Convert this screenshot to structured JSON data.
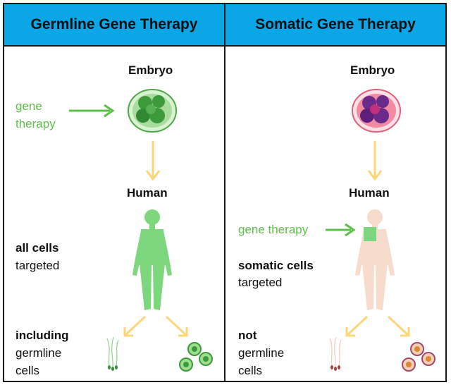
{
  "headers": {
    "germline": "Germline Gene Therapy",
    "somatic": "Somatic Gene Therapy"
  },
  "germline": {
    "embryo_label": "Embryo",
    "therapy_line1": "gene",
    "therapy_line2": "therapy",
    "human_label": "Human",
    "targets_line1": "all cells",
    "targets_line2": "targeted",
    "including_line1": "including",
    "including_line2": "germline",
    "including_line3": "cells"
  },
  "somatic": {
    "embryo_label": "Embryo",
    "therapy_label": "gene therapy",
    "human_label": "Human",
    "targets_line1": "somatic cells",
    "targets_line2": "targeted",
    "not_line1": "not",
    "not_line2": "germline",
    "not_line3": "cells"
  },
  "colors": {
    "header": "#0aa6e6",
    "therapy_green": "#5cbf4a",
    "arrow_yellow": "#fbd77a",
    "body_green": "#7dd87d",
    "body_pink": "#f7dccd"
  }
}
